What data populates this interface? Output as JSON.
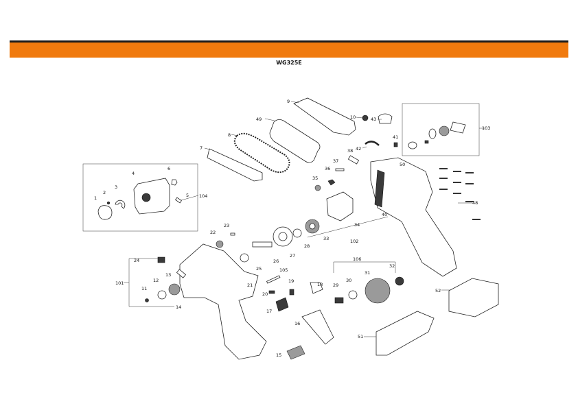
{
  "header": {
    "model": "WG325E",
    "accent_color": "#F07A0E",
    "rule_color": "#1a1a1a"
  },
  "callouts": {
    "p1": "1",
    "p2": "2",
    "p3": "3",
    "p4": "4",
    "p5": "5",
    "p6": "6",
    "p7": "7",
    "p8": "8",
    "p9": "9",
    "p10": "10",
    "p11": "11",
    "p12": "12",
    "p13": "13",
    "p14": "14",
    "p15": "15",
    "p16": "16",
    "p17": "17",
    "p18": "18",
    "p19": "19",
    "p20": "20",
    "p21": "21",
    "p22": "22",
    "p23": "23",
    "p24": "24",
    "p25": "25",
    "p26": "26",
    "p27": "27",
    "p28": "28",
    "p29": "29",
    "p30": "30",
    "p31": "31",
    "p32": "32",
    "p33": "33",
    "p34": "34",
    "p35": "35",
    "p36": "36",
    "p37": "37",
    "p38": "38",
    "p40": "40",
    "p41": "41",
    "p42": "42",
    "p43": "43",
    "p48": "48",
    "p49": "49",
    "p50": "50",
    "p51": "51",
    "p52": "52",
    "p101": "101",
    "p102": "102",
    "p103": "103",
    "p104": "104",
    "p105": "105",
    "p106": "106"
  }
}
